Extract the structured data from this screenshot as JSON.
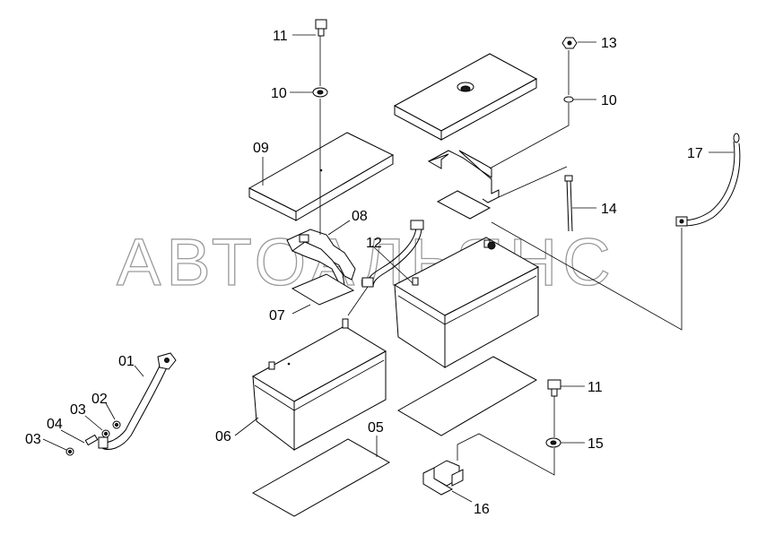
{
  "watermark": "АВТОАЛЬЯНС",
  "callouts": {
    "c01": "01",
    "c02": "02",
    "c03a": "03",
    "c03b": "03",
    "c04": "04",
    "c05": "05",
    "c06": "06",
    "c07": "07",
    "c08": "08",
    "c09": "09",
    "c10a": "10",
    "c10b": "10",
    "c11a": "11",
    "c11b": "11",
    "c12": "12",
    "c13": "13",
    "c14": "14",
    "c15": "15",
    "c16": "16",
    "c17": "17"
  }
}
